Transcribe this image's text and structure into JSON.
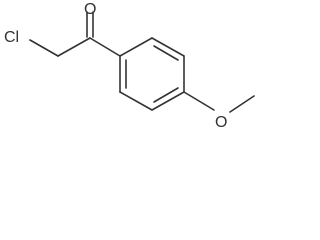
{
  "molecule": {
    "atoms": {
      "chlorine": "Cl",
      "carbonyl_oxygen": "O",
      "ether_oxygen": "O"
    }
  }
}
